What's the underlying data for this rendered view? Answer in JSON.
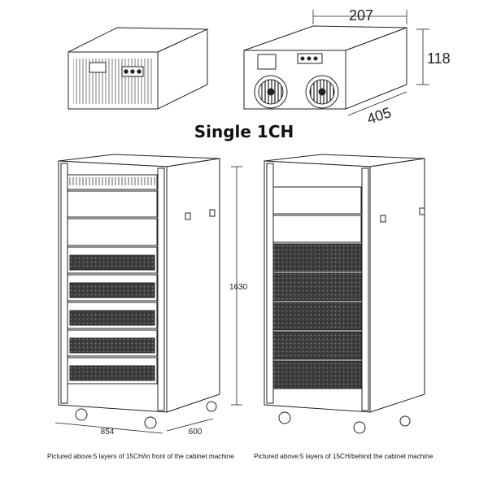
{
  "title": "Single 1CH",
  "dimensions": {
    "unit_width": "207",
    "unit_height": "118",
    "unit_depth": "405",
    "cabinet_height": "1630",
    "cabinet_width": "854",
    "cabinet_depth": "600"
  },
  "captions": {
    "front": "Pictured above:5 layers of 15CH/in front of the cabinet machine",
    "back": "Pictured above:5 layers of 15CH/behind the cabinet machine"
  }
}
